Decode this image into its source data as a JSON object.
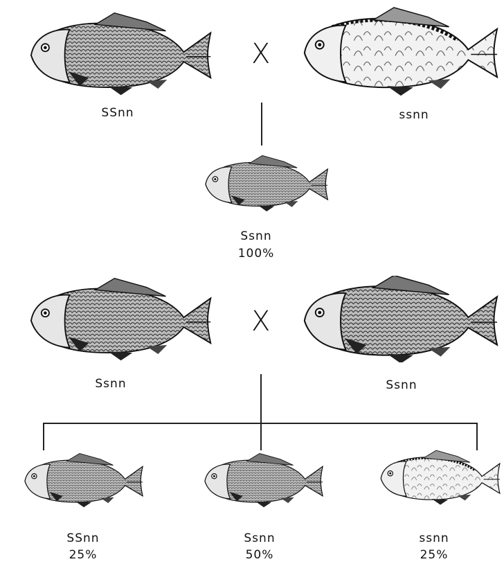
{
  "cross_symbol": "X",
  "generation_parents": {
    "left": {
      "genotype": "SSnn",
      "scale_pattern": "fully-scaled"
    },
    "right": {
      "genotype": "ssnn",
      "scale_pattern": "scattered (mirror)"
    }
  },
  "generation_f1": {
    "genotype": "Ssnn",
    "percent": "100%",
    "scale_pattern": "fully-scaled"
  },
  "generation_f1_cross": {
    "left": {
      "genotype": "Ssnn",
      "scale_pattern": "fully-scaled"
    },
    "right": {
      "genotype": "Ssnn",
      "scale_pattern": "fully-scaled"
    }
  },
  "generation_f2": [
    {
      "genotype": "SSnn",
      "percent": "25%",
      "scale_pattern": "fully-scaled"
    },
    {
      "genotype": "Ssnn",
      "percent": "50%",
      "scale_pattern": "fully-scaled"
    },
    {
      "genotype": "ssnn",
      "percent": "25%",
      "scale_pattern": "scattered (mirror)"
    }
  ],
  "colors": {
    "ink": "#111111",
    "body": "#8c8c8c",
    "dark": "#2a2a2a",
    "background": "#ffffff"
  }
}
